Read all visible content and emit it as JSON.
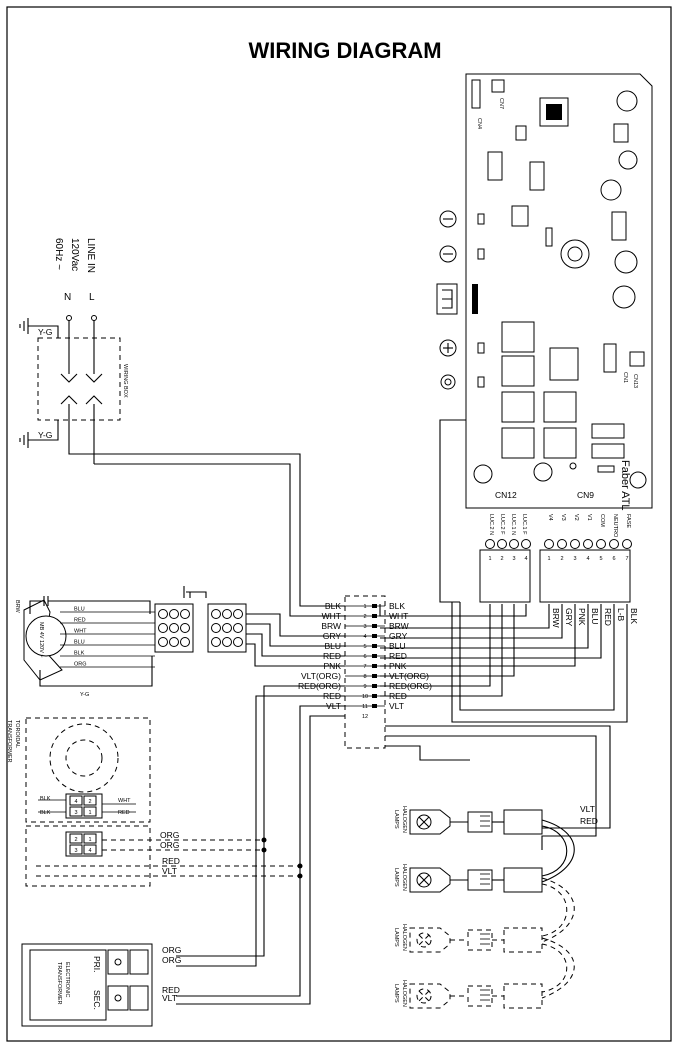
{
  "title": "WIRING DIAGRAM",
  "line_in": {
    "label": "LINE IN",
    "voltage": "120Vac",
    "frequency": "60Hz ~",
    "n": "N",
    "l": "L"
  },
  "wiring_box": "WIRING BOX",
  "ground": "Y-G",
  "board": {
    "brand": "Faber ATL",
    "cn4": "CN4",
    "cn7": "CN7",
    "cn1": "CN1",
    "cn13": "CN13",
    "cn12": "CN12",
    "cn9": "CN9",
    "cn12_pins": [
      "LUC.2 N",
      "LUC.2 F",
      "LUC.1 N",
      "LUC.1 F"
    ],
    "cn12_nums": [
      "1",
      "2",
      "3",
      "4"
    ],
    "cn9_pins": [
      "V4",
      "V3",
      "V2",
      "V1",
      "COM",
      "NEUTRO",
      "FASE"
    ],
    "cn9_nums": [
      "1",
      "2",
      "3",
      "4",
      "5",
      "6",
      "7"
    ]
  },
  "board_wires": [
    "BRW",
    "GRY",
    "PNK",
    "BLU",
    "RED",
    "L-B",
    "BLK"
  ],
  "terminal_left": [
    "BLK",
    "WHT",
    "BRW",
    "GRY",
    "BLU",
    "RED",
    "PNK",
    "VLT(ORG)",
    "RED(ORG)",
    "RED",
    "VLT"
  ],
  "terminal_right": [
    "BLK",
    "WHT",
    "BRW",
    "GRY",
    "BLU",
    "RED",
    "PNK",
    "VLT(ORG)",
    "RED(ORG)",
    "RED",
    "VLT"
  ],
  "terminal_nums": [
    "1",
    "2",
    "3",
    "4",
    "5",
    "6",
    "7",
    "8",
    "9",
    "10",
    "11",
    "12"
  ],
  "motor": {
    "wires": [
      "BLU",
      "RED",
      "WHT",
      "BLU",
      "BLK",
      "ORG"
    ],
    "brw": "BRW",
    "rating": "MB 4V 120V ~",
    "yg": "Y-G"
  },
  "toroidal": {
    "label1": "TOROIDAL",
    "label2": "TRANSFORMER",
    "blk1": "BLK",
    "blk2": "BLK",
    "wht": "WHT",
    "red": "RED",
    "plug_top": [
      "4",
      "2"
    ],
    "plug_bot": [
      "3",
      "1"
    ]
  },
  "plug2": {
    "top": [
      "2",
      "1"
    ],
    "bot": [
      "3",
      "4"
    ]
  },
  "dash_wires": [
    "ORG",
    "ORG",
    "RED",
    "VLT"
  ],
  "electronic": {
    "label1": "ELECTRONIC",
    "label2": "TRANSFORMER",
    "pri": "PRI.",
    "sec": "SEC.",
    "wires": [
      "ORG",
      "ORG",
      "RED",
      "VLT"
    ]
  },
  "lamps": {
    "label1": "HALOGEN",
    "label2": "LAMPS",
    "vlt": "VLT",
    "red": "RED"
  }
}
